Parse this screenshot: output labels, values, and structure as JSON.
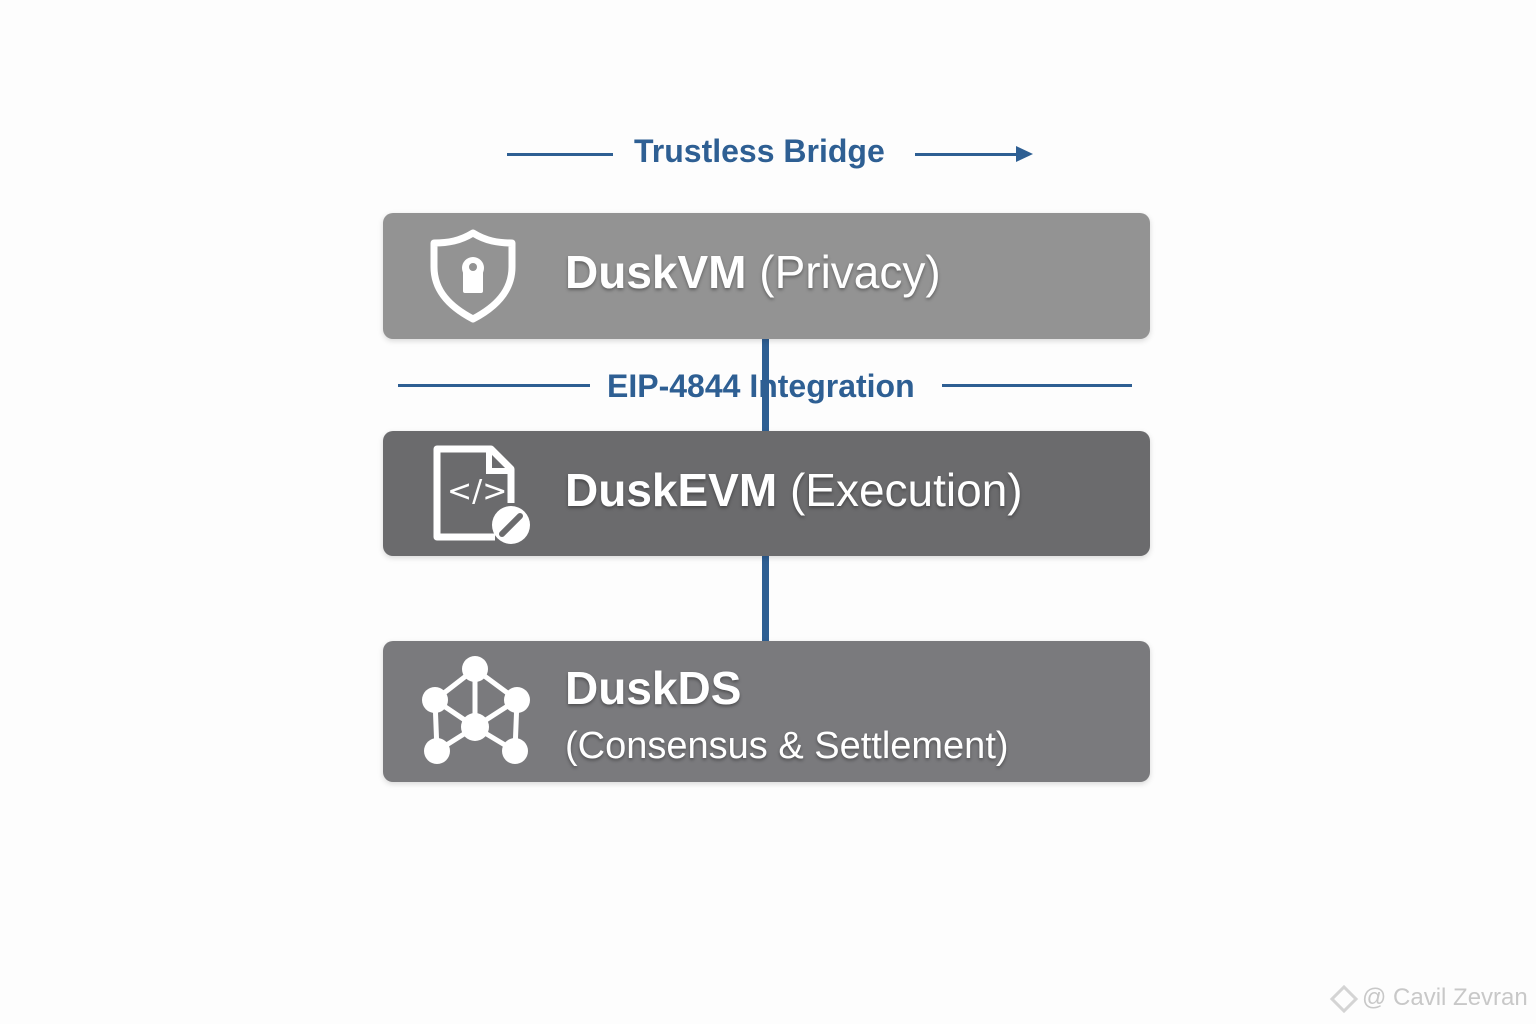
{
  "top_label": "Trustless Bridge",
  "middle_label": "EIP-4844 Integration",
  "layers": [
    {
      "name": "DuskVM",
      "subtitle": "(Privacy)",
      "icon": "shield-lock-icon",
      "color": "#939393"
    },
    {
      "name": "DuskEVM",
      "subtitle": "(Execution)",
      "icon": "code-file-icon",
      "color": "#6b6b6d"
    },
    {
      "name": "DuskDS",
      "subtitle": "(Consensus & Settlement)",
      "icon": "network-nodes-icon",
      "color": "#7a7a7d"
    }
  ],
  "watermark": "@ Cavil Zevran",
  "accent": "#2e5f93"
}
